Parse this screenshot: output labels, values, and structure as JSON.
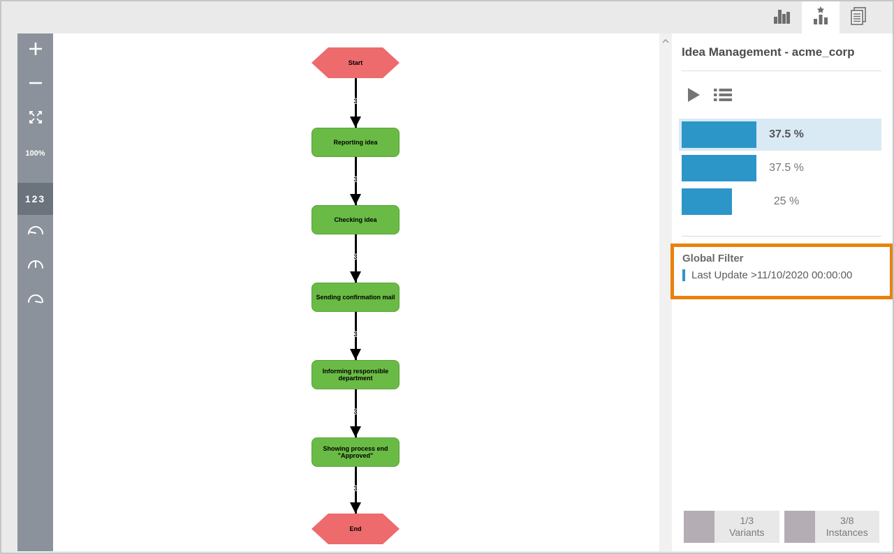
{
  "topbar": {
    "tabs": [
      {
        "id": "charts",
        "icon": "bar-chart-icon",
        "active": false
      },
      {
        "id": "starred-analysis",
        "icon": "star-chart-icon",
        "active": true
      },
      {
        "id": "reports",
        "icon": "document-icon",
        "active": false
      }
    ]
  },
  "sidebar": {
    "zoom_in_icon": "plus-icon",
    "zoom_out_icon": "minus-icon",
    "fit_icon": "fit-to-screen-icon",
    "zoom_level": "100%",
    "case_count_label": "123",
    "gauge_icons": [
      "gauge-low-icon",
      "gauge-mid-icon",
      "gauge-high-icon"
    ]
  },
  "flowchart": {
    "colors": {
      "task": "#6abb45",
      "task_border": "#57a238",
      "terminal": "#ed6a6d"
    },
    "nodes": [
      {
        "id": "start",
        "type": "hexagon",
        "label": "Start"
      },
      {
        "id": "reporting-idea",
        "type": "task",
        "label": "Reporting idea"
      },
      {
        "id": "checking-idea",
        "type": "task",
        "label": "Checking idea"
      },
      {
        "id": "sending-confirmation-mail",
        "type": "task",
        "label": "Sending confirmation mail"
      },
      {
        "id": "informing-responsible-department",
        "type": "task",
        "label": "Informing responsible department"
      },
      {
        "id": "showing-process-end-approved",
        "type": "task",
        "label": "Showing process end \"Approved\""
      },
      {
        "id": "end",
        "type": "hexagon",
        "label": "End"
      }
    ],
    "edges": [
      {
        "label": "3"
      },
      {
        "label": "3"
      },
      {
        "label": "3"
      },
      {
        "label": "3"
      },
      {
        "label": "3"
      },
      {
        "label": "3"
      }
    ]
  },
  "panel": {
    "title": "Idea Management - acme_corp",
    "play_icon": "play-icon",
    "list_icon": "variant-list-icon",
    "bar_color": "#2d96c8",
    "selected_row_color": "#d9eaf5",
    "variant_bars": [
      {
        "label": "37.5 %",
        "value": 37.5,
        "selected": true
      },
      {
        "label": "37.5 %",
        "value": 37.5,
        "selected": false
      },
      {
        "label": "25 %",
        "value": 25,
        "selected": false
      }
    ],
    "global_filter": {
      "title": "Global Filter",
      "highlight_color": "#e8820d",
      "items": [
        {
          "label": "Last Update >11/10/2020 00:00:00"
        }
      ]
    },
    "footer_buttons": [
      {
        "id": "variants",
        "value": "1/3",
        "label": "Variants"
      },
      {
        "id": "instances",
        "value": "3/8",
        "label": "Instances"
      }
    ]
  }
}
